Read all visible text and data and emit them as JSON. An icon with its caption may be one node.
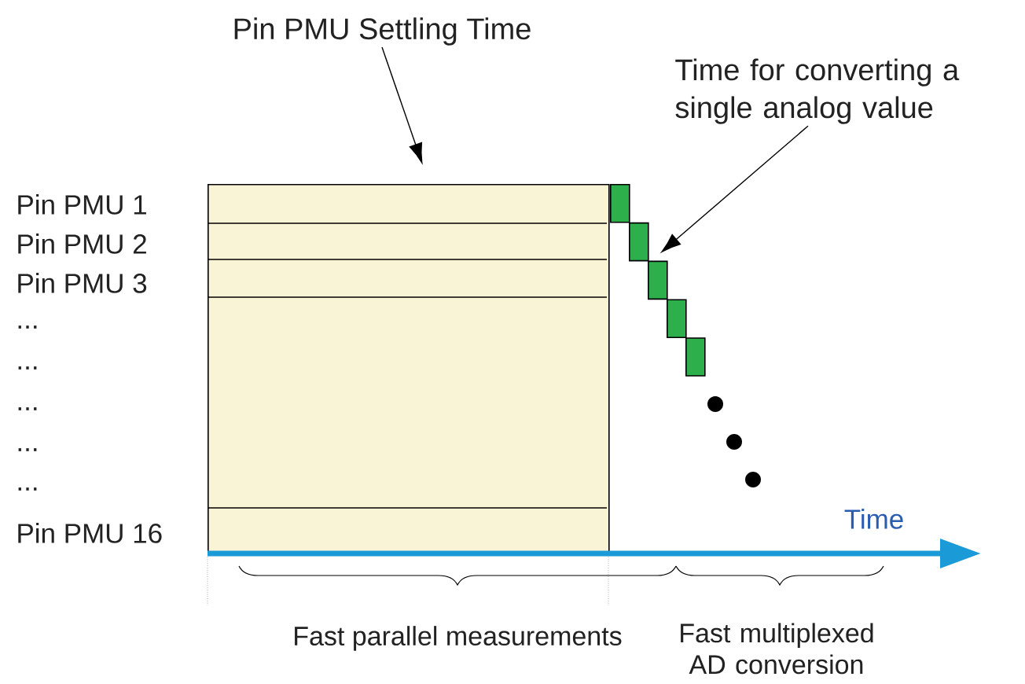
{
  "diagram": {
    "nodes": [
      {
        "text": [
          "Pin PMU Settling Time"
        ]
      },
      {
        "text": [
          "Time for converting a single analog value"
        ]
      },
      {
        "text": [],
        "shape": "box"
      },
      {
        "text": [],
        "shape": "box"
      },
      {
        "text": [],
        "shape": "box"
      },
      {
        "text": [],
        "shape": "box"
      },
      {
        "text": [],
        "shape": "box"
      },
      {
        "text": [],
        "shape": "box"
      }
    ],
    "edges": [
      {
        "from": 0,
        "to": 2,
        "arrow": "to"
      },
      {
        "from": 1,
        "to": 4,
        "arrow": "to"
      }
    ],
    "labels": [
      "Pin PMU 1",
      "Pin PMU 2",
      "Pin PMU 3",
      "...",
      "...",
      "...",
      "...",
      "...",
      "Pin PMU 16",
      "Time",
      "Fast parallel measurements",
      "Fast multiplexed AD conversion"
    ]
  }
}
